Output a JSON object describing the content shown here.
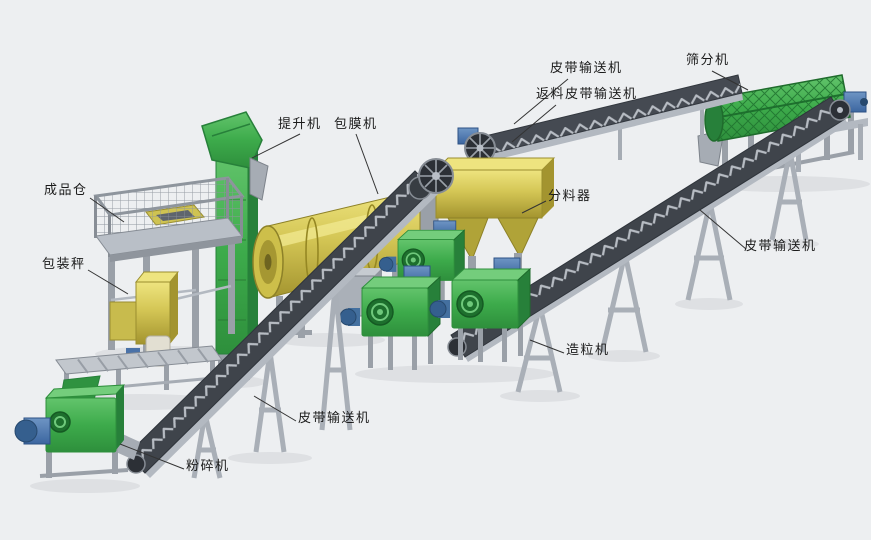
{
  "colors": {
    "background": "#edeff1",
    "machine_green": "#3dab4b",
    "machine_green_dark": "#27803a",
    "machine_yellow": "#d4c655",
    "frame_gray": "#9aa0a8",
    "belt_dark": "#3f444b",
    "motor_blue": "#3c66a0",
    "label_text": "#1b1b1b"
  },
  "labels": [
    {
      "id": "hoist",
      "text": "提升机"
    },
    {
      "id": "coating-machine",
      "text": "包膜机"
    },
    {
      "id": "belt-conveyor-top",
      "text": "皮带输送机"
    },
    {
      "id": "screening-machine",
      "text": "筛分机"
    },
    {
      "id": "return-belt-conveyor",
      "text": "返料皮带输送机"
    },
    {
      "id": "finished-product-bin",
      "text": "成品仓"
    },
    {
      "id": "distributor",
      "text": "分料器"
    },
    {
      "id": "belt-conveyor-right",
      "text": "皮带输送机"
    },
    {
      "id": "packing-scale",
      "text": "包装秤"
    },
    {
      "id": "granulator",
      "text": "造粒机"
    },
    {
      "id": "belt-conveyor-bottom",
      "text": "皮带输送机"
    },
    {
      "id": "crusher",
      "text": "粉碎机"
    }
  ]
}
